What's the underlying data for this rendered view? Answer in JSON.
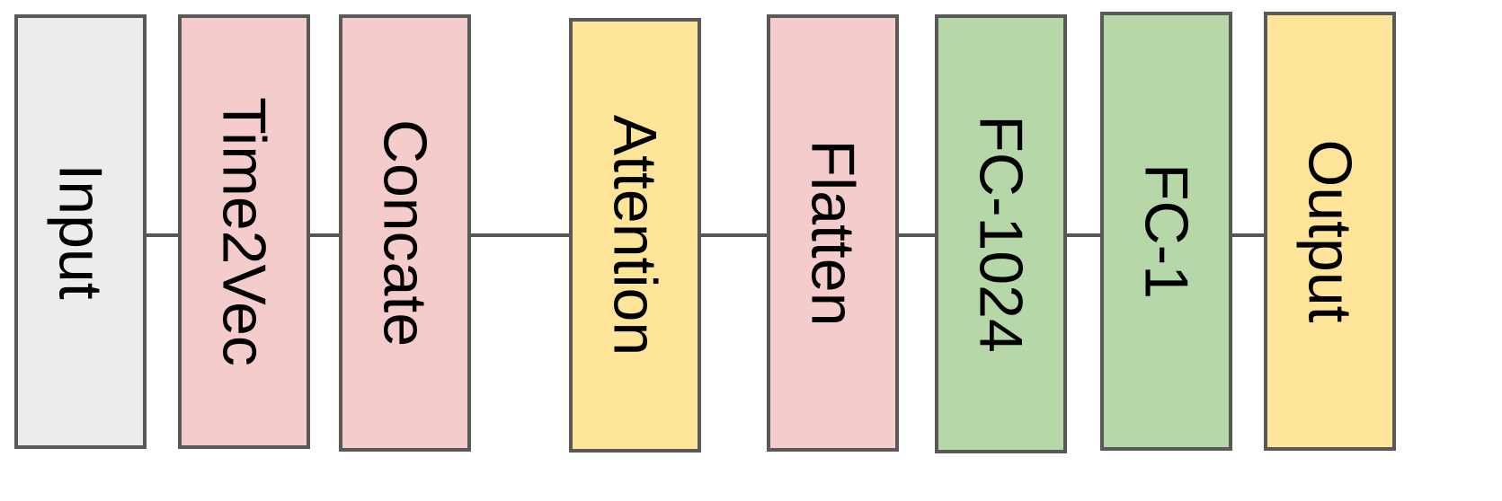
{
  "colors": {
    "gray": "#ececec",
    "pink": "#f4cccc",
    "yellow": "#ffe599",
    "green": "#b6d7a8",
    "border": "#595959",
    "connector": "#555555"
  },
  "blocks": [
    {
      "id": "input",
      "label": "Input",
      "color": "gray"
    },
    {
      "id": "time2vec",
      "label": "Time2Vec",
      "color": "pink"
    },
    {
      "id": "concate",
      "label": "Concate",
      "color": "pink"
    },
    {
      "id": "attention",
      "label": "Attention",
      "color": "yellow"
    },
    {
      "id": "flatten",
      "label": "Flatten",
      "color": "pink"
    },
    {
      "id": "fc-1024",
      "label": "FC-1024",
      "color": "green"
    },
    {
      "id": "fc-1",
      "label": "FC-1",
      "color": "green"
    },
    {
      "id": "output",
      "label": "Output",
      "color": "yellow"
    }
  ]
}
